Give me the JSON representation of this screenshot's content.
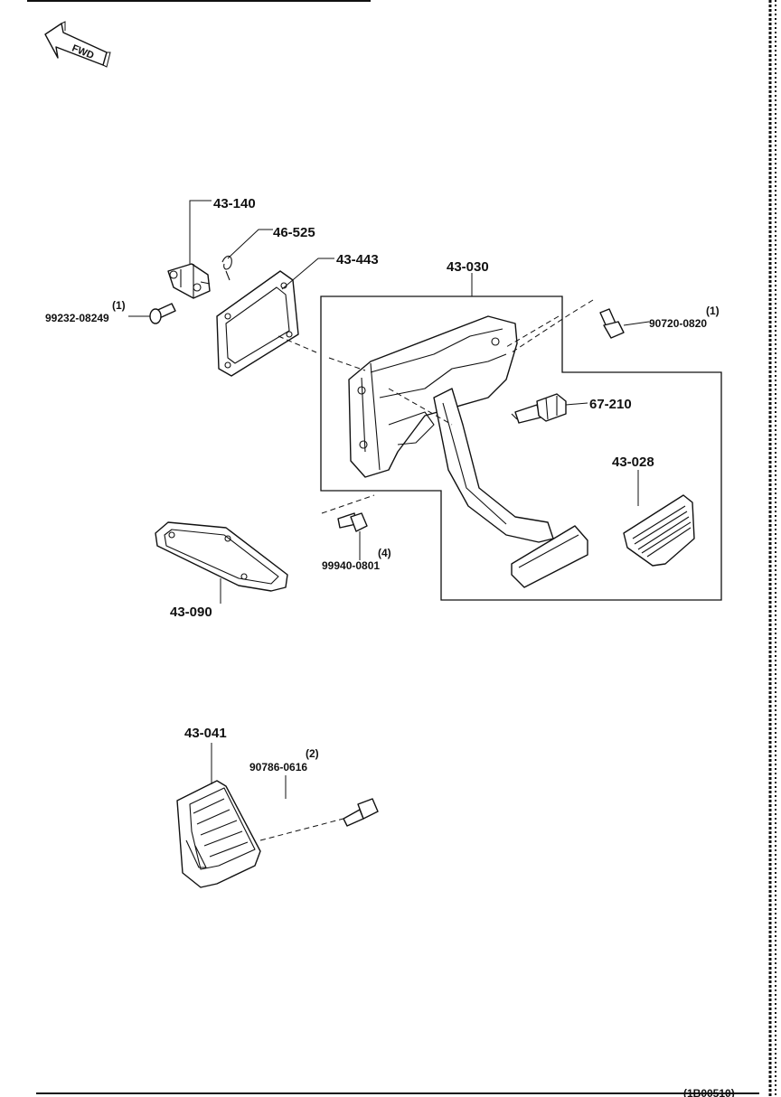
{
  "fwd_label": "FWD",
  "parts": {
    "p43_140": "43-140",
    "p46_525": "46-525",
    "p43_443": "43-443",
    "p43_030": "43-030",
    "p99232": "99232-08249",
    "p99232_qty": "(1)",
    "p90720": "90720-0820",
    "p90720_qty": "(1)",
    "p67_210": "67-210",
    "p43_028": "43-028",
    "p99940": "99940-0801",
    "p99940_qty": "(4)",
    "p43_090": "43-090",
    "p43_041": "43-041",
    "p90786": "90786-0616",
    "p90786_qty": "(2)"
  },
  "footer_code": "(1B00510)"
}
